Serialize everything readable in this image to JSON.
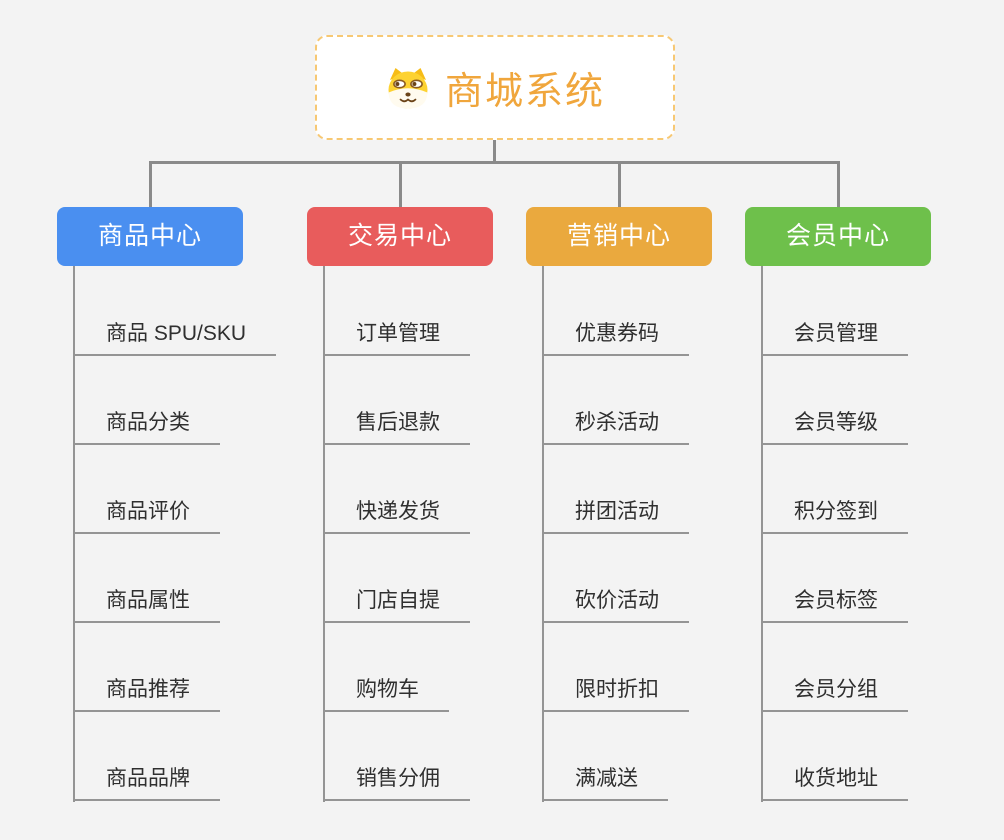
{
  "app": {
    "background_color": "#f3f3f3",
    "connector_color": "#8a8a8a"
  },
  "root": {
    "title": "商城系统",
    "icon": "dog-icon",
    "text_color": "#f0a63c",
    "border_color": "#f7c873"
  },
  "branches": [
    {
      "label": "商品中心",
      "color": "#4a8ff0",
      "items": [
        "商品 SPU/SKU",
        "商品分类",
        "商品评价",
        "商品属性",
        "商品推荐",
        "商品品牌"
      ]
    },
    {
      "label": "交易中心",
      "color": "#e85c5c",
      "items": [
        "订单管理",
        "售后退款",
        "快递发货",
        "门店自提",
        "购物车",
        "销售分佣"
      ]
    },
    {
      "label": "营销中心",
      "color": "#eaa93e",
      "items": [
        "优惠券码",
        "秒杀活动",
        "拼团活动",
        "砍价活动",
        "限时折扣",
        "满减送"
      ]
    },
    {
      "label": "会员中心",
      "color": "#6ec04b",
      "items": [
        "会员管理",
        "会员等级",
        "积分签到",
        "会员标签",
        "会员分组",
        "收货地址"
      ]
    }
  ]
}
